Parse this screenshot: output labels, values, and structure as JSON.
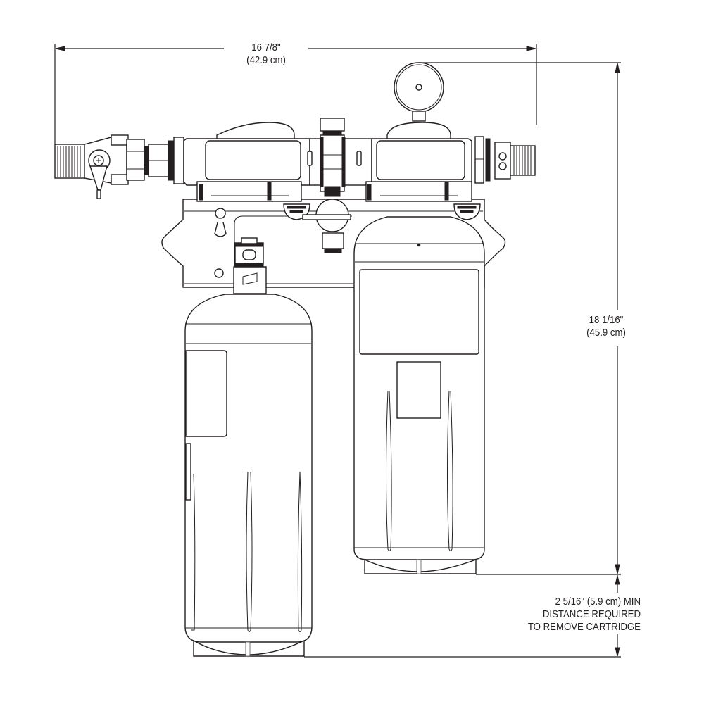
{
  "diagram": {
    "type": "technical-dimension-drawing",
    "subject": "Dual-cartridge water filtration system, front view",
    "line_color": "#231f20",
    "background": "#ffffff"
  },
  "dimensions": {
    "width": {
      "imperial": "16 7/8\"",
      "metric": "(42.9 cm)"
    },
    "height": {
      "imperial": "18 1/16\"",
      "metric": "(45.9 cm)"
    },
    "clearance": {
      "line1": "2 5/16\" (5.9 cm) MIN",
      "line2": "DISTANCE REQUIRED",
      "line3": "TO REMOVE CARTRIDGE"
    }
  },
  "components": [
    {
      "name": "inlet-fitting",
      "label": ""
    },
    {
      "name": "shutoff-valve",
      "label": ""
    },
    {
      "name": "filter-head-left",
      "label": ""
    },
    {
      "name": "filter-head-right",
      "label": ""
    },
    {
      "name": "pressure-gauge",
      "label": ""
    },
    {
      "name": "flush-valve",
      "label": ""
    },
    {
      "name": "outlet-fitting",
      "label": ""
    },
    {
      "name": "mounting-bracket",
      "label": ""
    },
    {
      "name": "cartridge-left-tall",
      "label": ""
    },
    {
      "name": "cartridge-right-short",
      "label": ""
    }
  ]
}
